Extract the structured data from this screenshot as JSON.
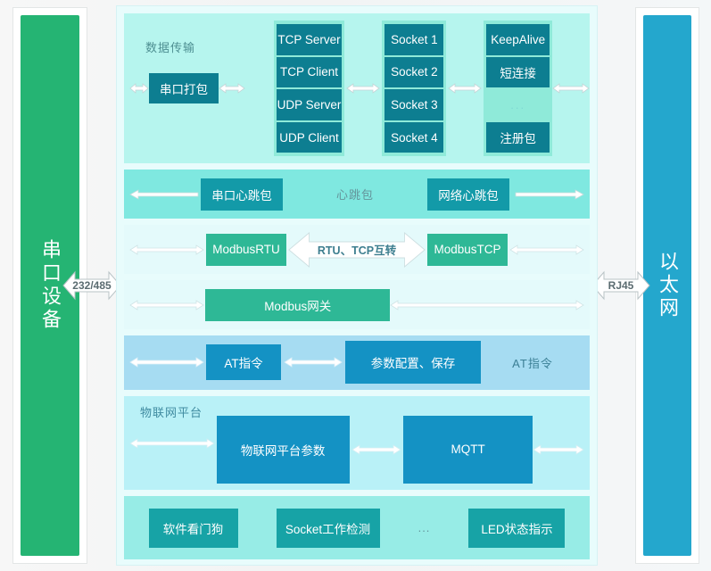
{
  "left_pillar": {
    "label": "串口设备",
    "color": "#25b473"
  },
  "right_pillar": {
    "label": "以太网",
    "color": "#24a7cd"
  },
  "connectors": {
    "left": "232/485",
    "right": "RJ45"
  },
  "rows": {
    "transmission": {
      "caption": "数据传输",
      "pack_box": "串口打包",
      "protocol_cells": [
        "TCP Server",
        "TCP Client",
        "UDP Server",
        "UDP Client"
      ],
      "socket_cells": [
        "Socket 1",
        "Socket 2",
        "Socket 3",
        "Socket 4"
      ],
      "feature_cells": [
        "KeepAlive",
        "短连接",
        "...",
        "注册包"
      ]
    },
    "heartbeat": {
      "left_box": "串口心跳包",
      "center_label": "心跳包",
      "right_box": "网络心跳包"
    },
    "modbus_rtu": {
      "left_box": "ModbusRTU",
      "arrow_label": "RTU、TCP互转",
      "right_box": "ModbusTCP"
    },
    "gateway": {
      "box": "Modbus网关"
    },
    "at_command": {
      "left_box": "AT指令",
      "center_box": "参数配置、保存",
      "right_label": "AT指令"
    },
    "iot": {
      "caption": "物联网平台",
      "left_box": "物联网平台参数",
      "right_box": "MQTT"
    },
    "misc": {
      "boxes": [
        "软件看门狗",
        "Socket工作检测",
        "...",
        "LED状态指示"
      ]
    }
  },
  "colors": {
    "green_pillar": "#25b473",
    "blue_pillar": "#24a7cd",
    "dark_teal_box": "#0d7e91",
    "teal_box": "#139aa8",
    "green_box": "#2eb896",
    "blue_box": "#1492c4",
    "panel_bg": "#e8fcfc"
  }
}
